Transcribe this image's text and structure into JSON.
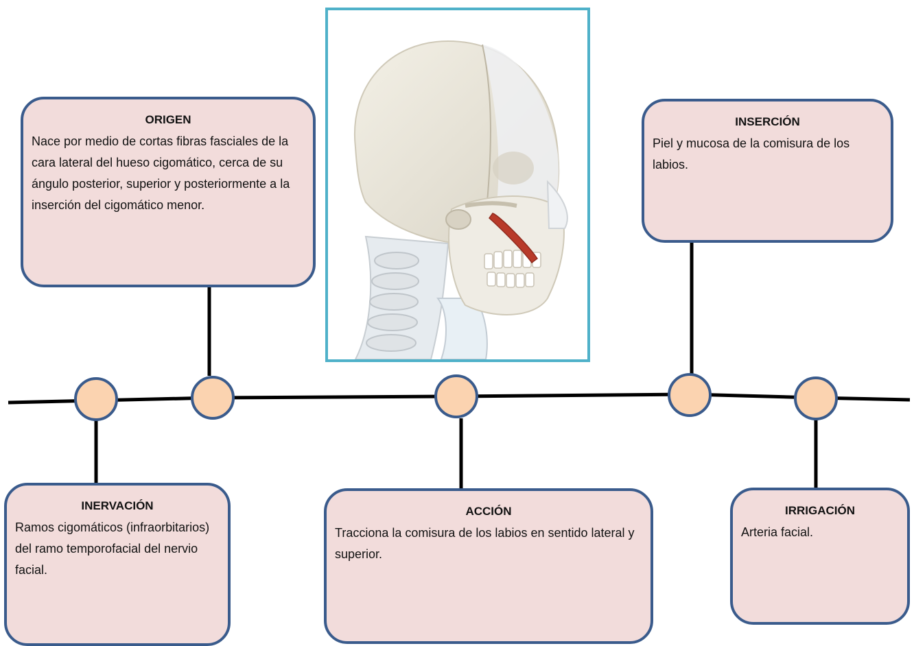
{
  "colors": {
    "box_fill": "#f2dcdb",
    "box_border": "#3a5b8c",
    "node_fill": "#fbd3b0",
    "line": "#000000",
    "image_frame": "#4fb1c9",
    "muscle": "#b83a2a"
  },
  "image": {
    "icon": "skull-with-muscle-illustration"
  },
  "boxes": {
    "origen": {
      "title": "ORIGEN",
      "text": "Nace por medio de cortas fibras fasciales de la cara lateral del hueso cigomático, cerca de su ángulo posterior, superior y posteriormente a la inserción del cigomático menor."
    },
    "insercion": {
      "title": "INSERCIÓN",
      "text": "Piel y mucosa de la comisura de los labios."
    },
    "inervacion": {
      "title": "INERVACIÓN",
      "text": "Ramos cigomáticos (infraorbitarios) del ramo temporofacial del nervio facial."
    },
    "accion": {
      "title": "ACCIÓN",
      "text": "Tracciona la comisura de los labios en sentido lateral y superior."
    },
    "irrigacion": {
      "title": "IRRIGACIÓN",
      "text": "Arteria facial."
    }
  }
}
